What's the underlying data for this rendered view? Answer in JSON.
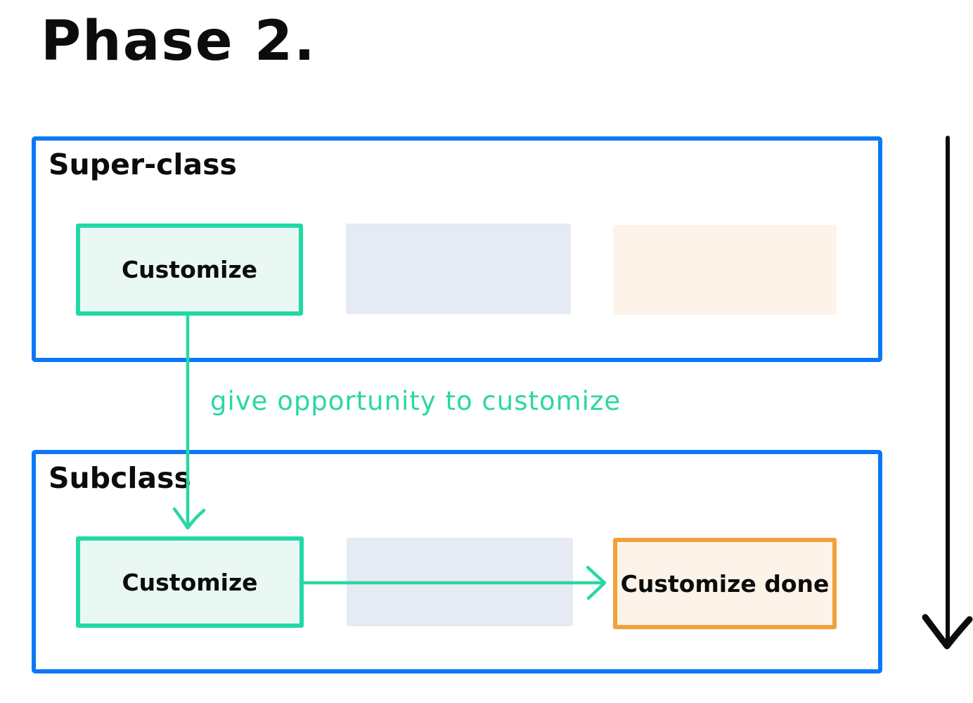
{
  "title": "Phase 2.",
  "superclass": {
    "label": "Super-class",
    "customize": "Customize"
  },
  "flow": {
    "annotation": "give opportunity to customize"
  },
  "subclass": {
    "label": "Subclass",
    "customize": "Customize",
    "done": "Customize done"
  },
  "colors": {
    "frame_blue": "#0b79f7",
    "teal": "#20d9a5",
    "mint_fill": "#e9f8f2",
    "gray_fill": "#e6ebf3",
    "peach_fill": "#fdf3e8",
    "orange": "#f0a13b",
    "ink_black": "#0c0c0c"
  }
}
